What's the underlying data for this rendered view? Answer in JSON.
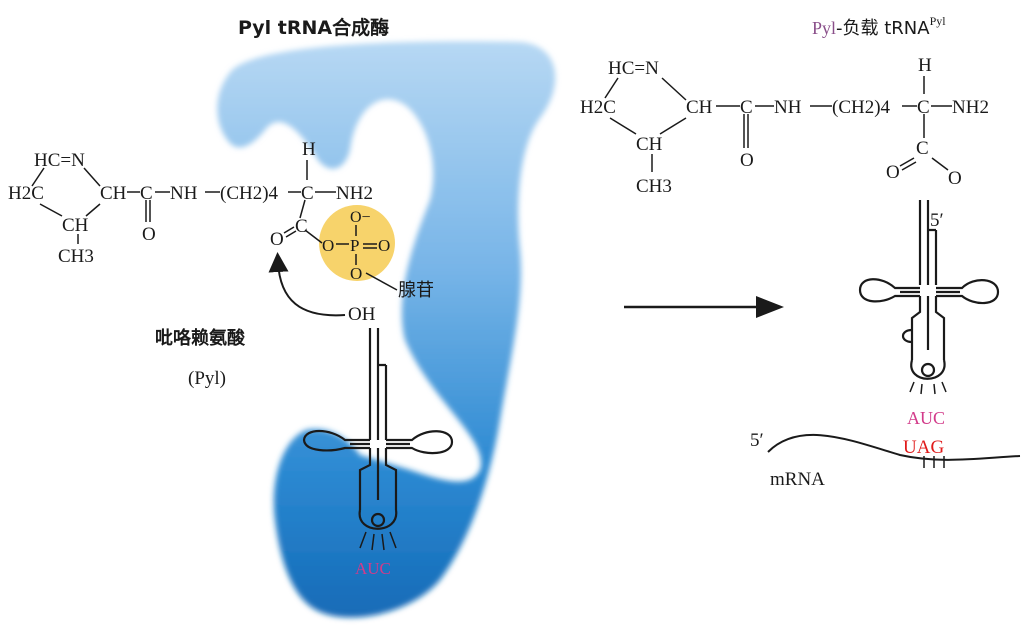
{
  "enzyme": {
    "title": "Pyl tRNA合成酶"
  },
  "left_molecule": {
    "ring_top": "HC=N",
    "ring_left": "H2C",
    "ring_ch_right": "CH",
    "ring_ch_bottom": "CH",
    "methyl": "CH3",
    "carbonyl_c": "C",
    "carbonyl_o": "O",
    "amide_nh": "NH",
    "chain": "(CH2)4",
    "alpha_h": "H",
    "alpha_c": "C",
    "amino": "NH2",
    "ester_o": "O",
    "ester_c": "C",
    "phosphate_o_top": "O−",
    "phosphate_o_left": "O",
    "phosphate_p": "P",
    "phosphate_o_right": "O",
    "phosphate_o_bottom": "O",
    "adenosine": "腺苷",
    "hydroxyl": "OH"
  },
  "left_labels": {
    "name_cn": "吡咯赖氨酸",
    "name_abbr": "(Pyl)"
  },
  "left_trna": {
    "anticodon": "AUC"
  },
  "right_title": {
    "pyl": "Pyl",
    "rest": "-负载 tRNA",
    "sup": "Pyl"
  },
  "right_molecule": {
    "ring_top": "HC=N",
    "ring_left": "H2C",
    "ring_ch_right": "CH",
    "ring_ch_bottom": "CH",
    "methyl": "CH3",
    "carbonyl_c": "C",
    "carbonyl_o": "O",
    "amide_nh": "NH",
    "chain": "(CH2)4",
    "alpha_h": "H",
    "alpha_c": "C",
    "amino": "NH2",
    "ester_c": "C",
    "ester_o1": "O",
    "ester_o2": "O"
  },
  "right_trna": {
    "five_prime": "5′",
    "anticodon": "AUC"
  },
  "mrna": {
    "five_prime": "5′",
    "label": "mRNA",
    "codon": "UAG"
  },
  "colors": {
    "enzyme_light": "#a9cff0",
    "enzyme_dark": "#0a6fc0",
    "phosphate_highlight": "#f7d36b",
    "anticodon_pink": "#d23b8a",
    "codon_red": "#e01a1a",
    "pyl_purple": "#8a4f8a"
  }
}
